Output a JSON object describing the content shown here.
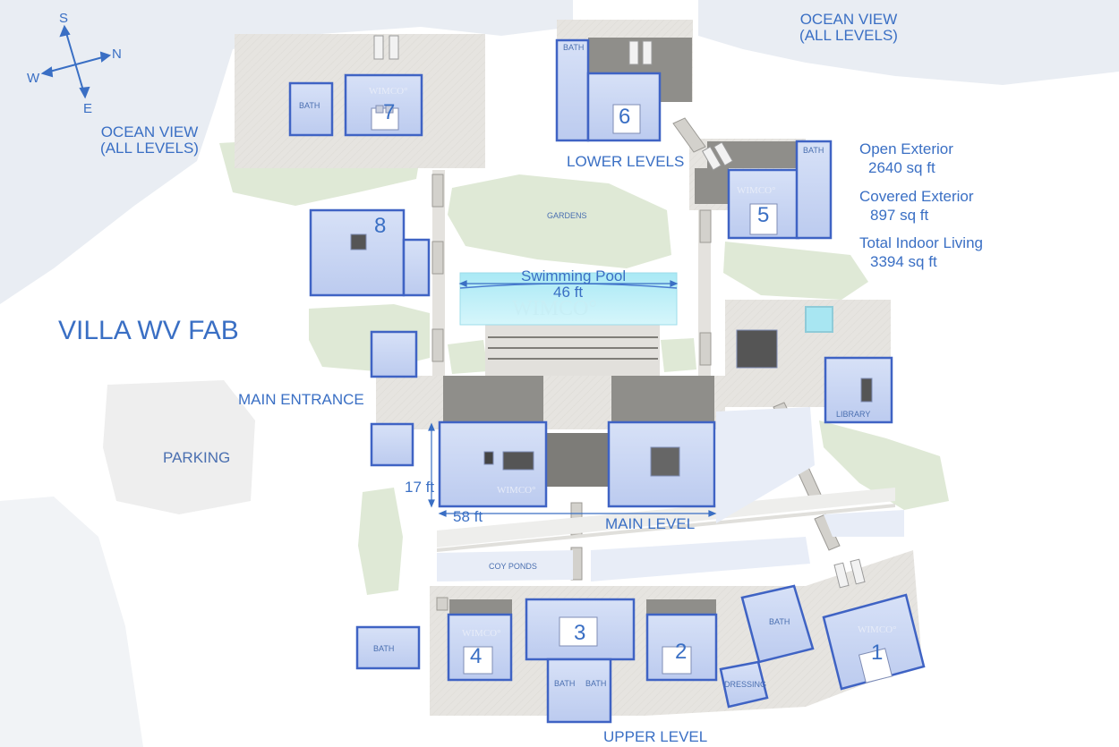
{
  "title": "VILLA WV FAB",
  "compass": {
    "s": "S",
    "n": "N",
    "w": "W",
    "e": "E"
  },
  "ocean_view_1": {
    "line1": "OCEAN VIEW",
    "line2": "(ALL LEVELS)"
  },
  "ocean_view_2": {
    "line1": "OCEAN VIEW",
    "line2": "(ALL LEVELS)"
  },
  "labels": {
    "lower_levels": "LOWER LEVELS",
    "main_level": "MAIN LEVEL",
    "upper_level": "UPPER LEVEL",
    "main_entrance": "MAIN ENTRANCE",
    "parking": "PARKING",
    "gardens": "GARDENS",
    "coy_ponds": "COY PONDS",
    "pool": "Swimming Pool",
    "pool_width": "46 ft",
    "pool_watermark": "WIMCO°",
    "dim_height": "17 ft",
    "dim_width": "58 ft",
    "library": "LIBRARY",
    "dressing": "DRESSING"
  },
  "stats": {
    "open_exterior_label": "Open Exterior",
    "open_exterior_value": "2640 sq ft",
    "covered_exterior_label": "Covered Exterior",
    "covered_exterior_value": "897 sq ft",
    "total_indoor_label": "Total Indoor Living",
    "total_indoor_value": "3394 sq ft"
  },
  "bedrooms": [
    "1",
    "2",
    "3",
    "4",
    "5",
    "6",
    "7",
    "8"
  ],
  "bath_label": "BATH",
  "room_watermark": "WIMCO°",
  "colors": {
    "room_fill": "#c9d6f3",
    "room_border": "#3f63c4",
    "deck": "#e8e6e2",
    "garden": "#dfe9d6",
    "roof": "#8f8e8a",
    "water": "#bfeff7",
    "text": "#3a6fc4"
  }
}
